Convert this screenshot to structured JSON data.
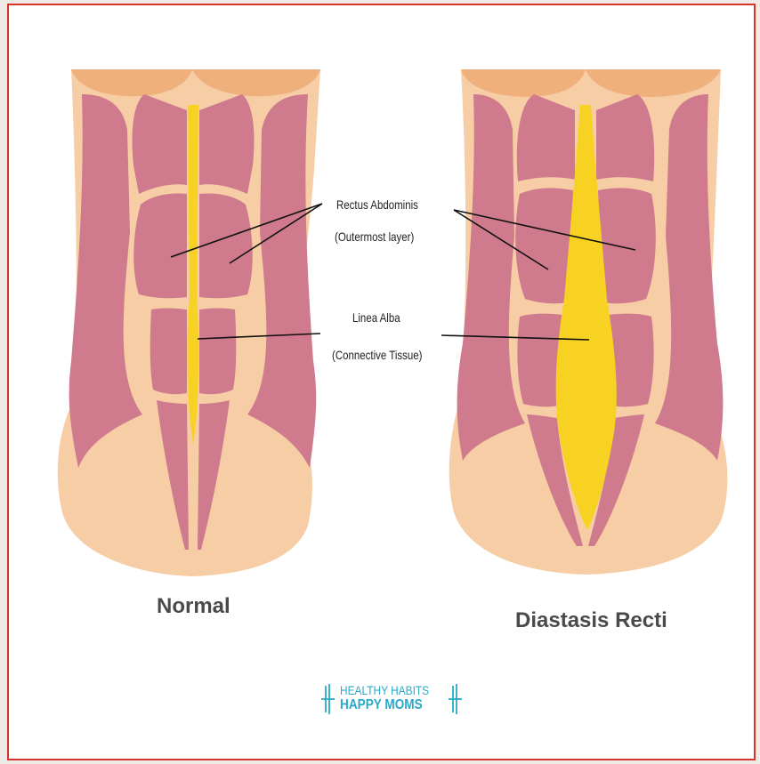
{
  "labels": {
    "rectus_title": "Rectus Abdominis",
    "rectus_sub": "(Outermost layer)",
    "linea_title": "Linea Alba",
    "linea_sub": "(Connective Tissue)"
  },
  "captions": {
    "left": "Normal",
    "right": "Diastasis Recti"
  },
  "logo": {
    "line1": "HEALTHY HABITS",
    "line2": "HAPPY MOMS"
  },
  "colors": {
    "skin": "#f6cda5",
    "muscle": "#cf7a8d",
    "linea_alba": "#f8d222",
    "frame_border": "#d9322a",
    "logo": "#2aa9c9"
  }
}
